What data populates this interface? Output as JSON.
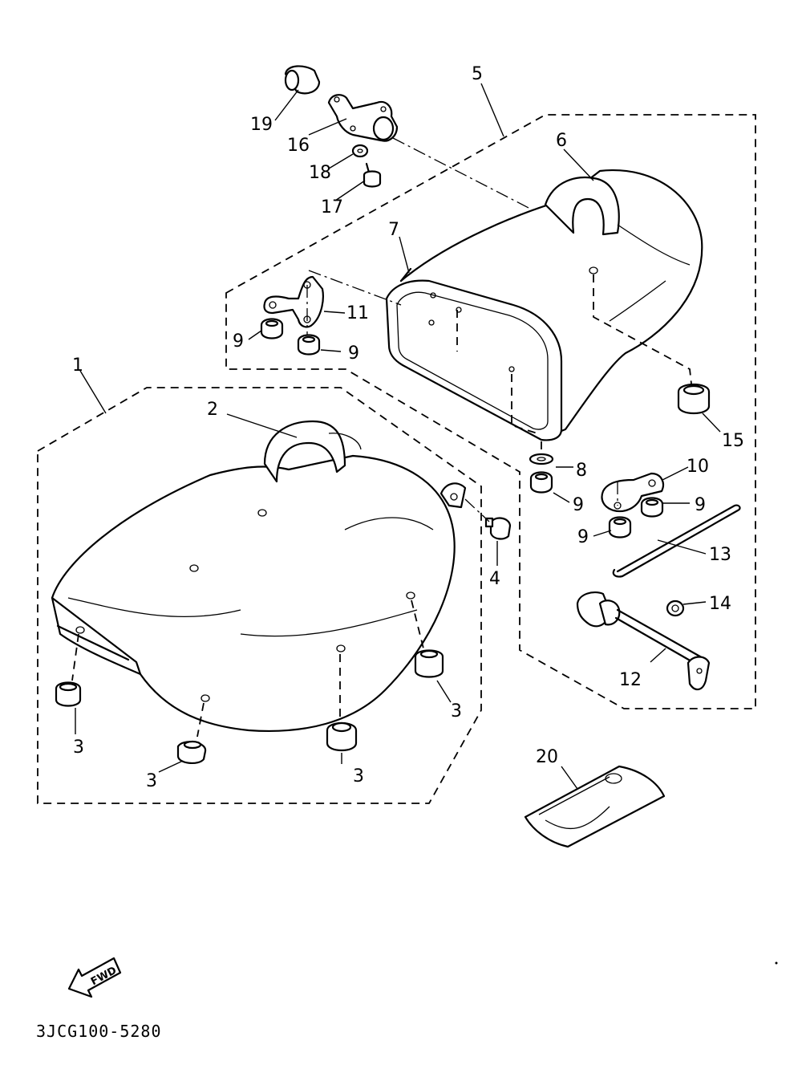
{
  "diagram": {
    "callouts": {
      "c1": "1",
      "c2": "2",
      "c3a": "3",
      "c3b": "3",
      "c3c": "3",
      "c3d": "3",
      "c4": "4",
      "c5": "5",
      "c6": "6",
      "c7": "7",
      "c8": "8",
      "c9a": "9",
      "c9b": "9",
      "c9c": "9",
      "c9d": "9",
      "c9e": "9",
      "c10": "10",
      "c11": "11",
      "c12": "12",
      "c13": "13",
      "c14": "14",
      "c15": "15",
      "c16": "16",
      "c17": "17",
      "c18": "18",
      "c19": "19",
      "c20": "20"
    },
    "fwd_label": "FWD",
    "part_code": "3JCG100-5280"
  }
}
